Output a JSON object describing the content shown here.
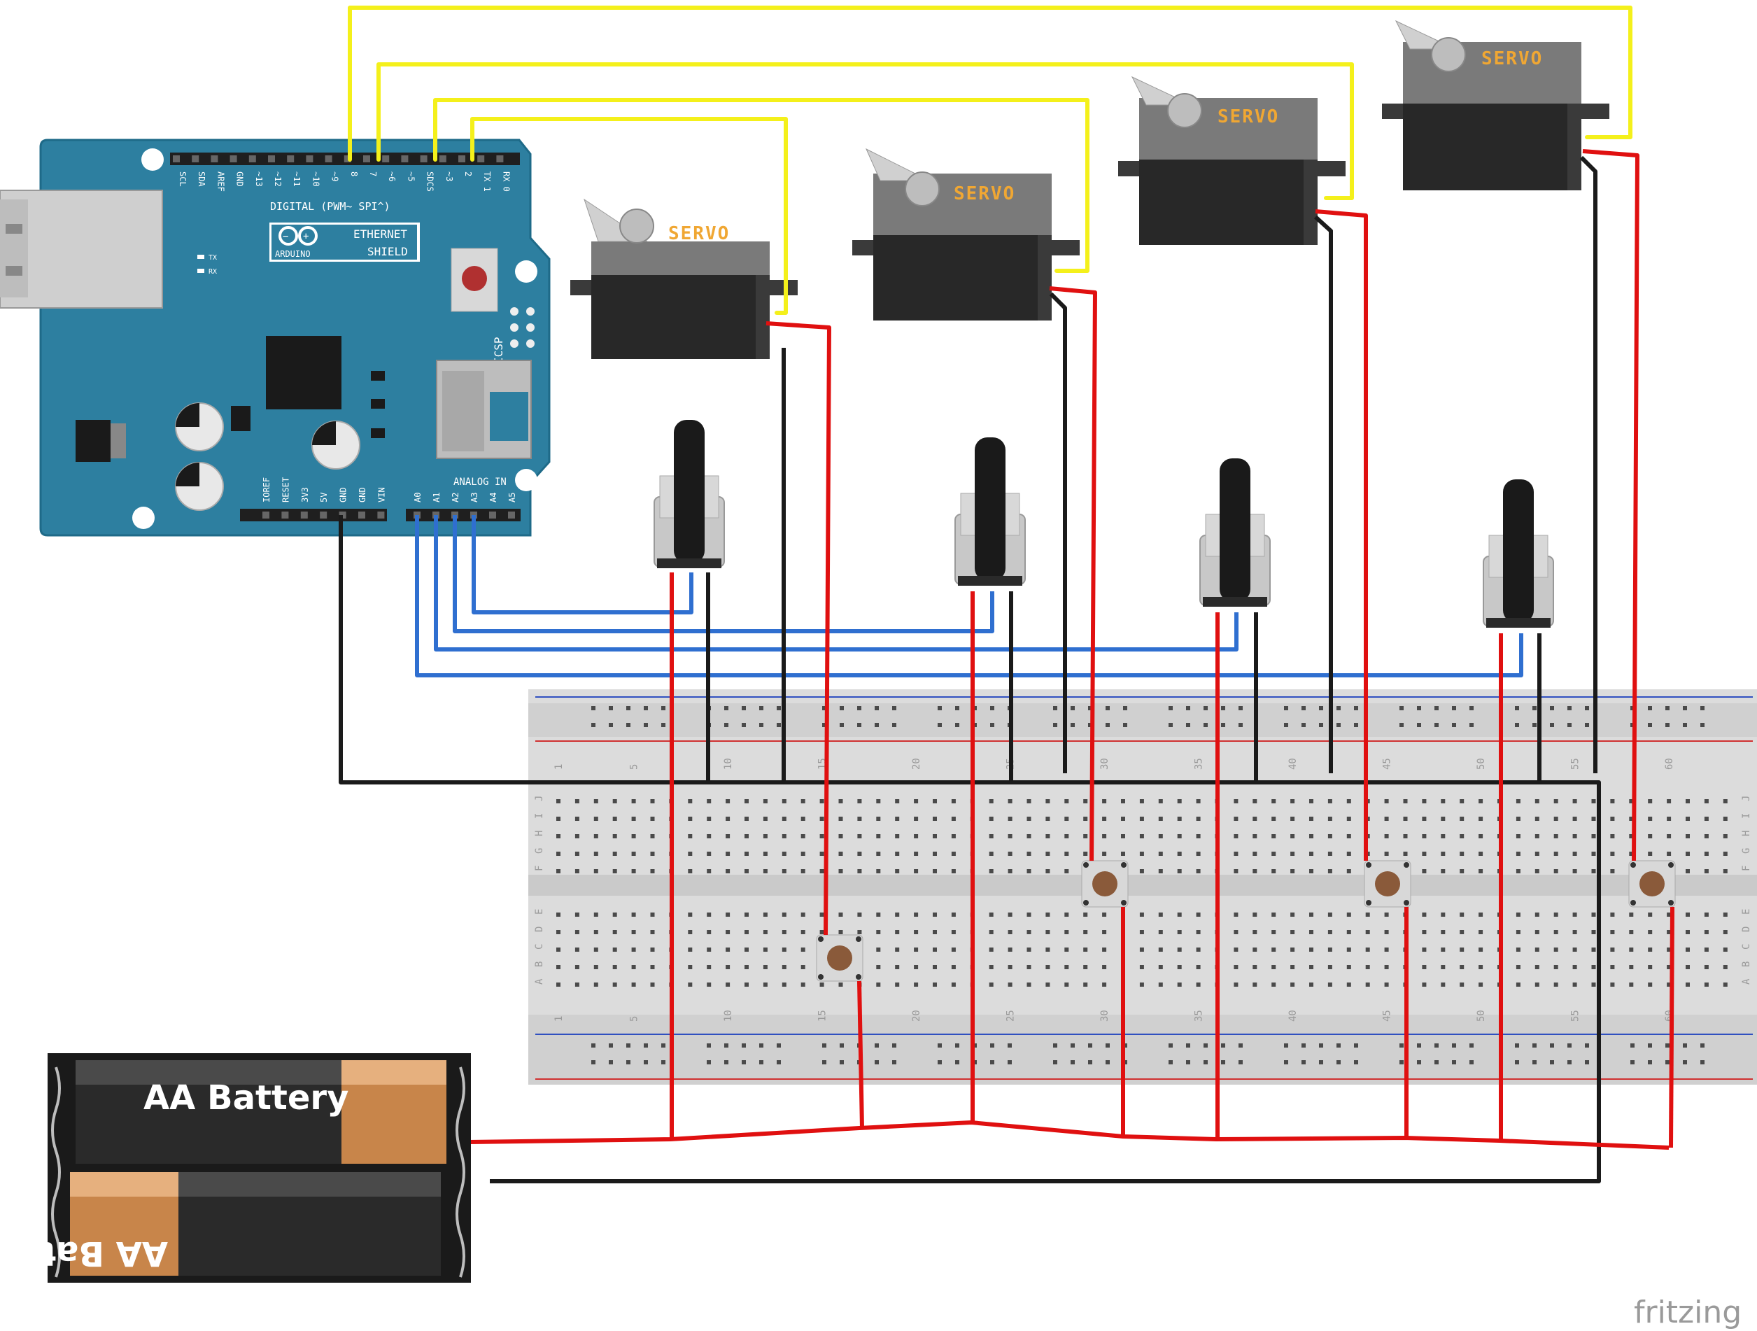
{
  "arduino": {
    "top_labels": [
      "SCL",
      "SDA",
      "AREF",
      "GND",
      "~13",
      "~12",
      "~11",
      "~10",
      "~9",
      "8",
      "7",
      "~6",
      "~5",
      "SDCS",
      "~3",
      "2",
      "TX 1",
      "RX 0"
    ],
    "digital_label": "DIGITAL (PWM~ SPI^)",
    "brand": "ARDUINO",
    "shield_line1": "ETHERNET",
    "shield_line2": "SHIELD",
    "icsp": "ICSP",
    "tx": "TX",
    "rx": "RX",
    "power_labels": [
      "IOREF",
      "RESET",
      "3V3",
      "5V",
      "GND",
      "GND",
      "VIN"
    ],
    "analog_title": "ANALOG IN",
    "analog_labels": [
      "A0",
      "A1",
      "A2",
      "A3",
      "A4",
      "A5"
    ]
  },
  "servos": [
    {
      "label": "SERVO"
    },
    {
      "label": "SERVO"
    },
    {
      "label": "SERVO"
    },
    {
      "label": "SERVO"
    }
  ],
  "breadboard": {
    "column_numbers": [
      "1",
      "5",
      "10",
      "15",
      "20",
      "25",
      "30",
      "35",
      "40",
      "45",
      "50",
      "55",
      "60"
    ],
    "row_letters_top": [
      "J",
      "I",
      "H",
      "G",
      "F"
    ],
    "row_letters_bottom": [
      "E",
      "D",
      "C",
      "B",
      "A"
    ]
  },
  "battery": {
    "cell1": "AA Battery",
    "cell2": "AA Battery"
  },
  "branding": "fritzing",
  "colors": {
    "board": "#2d7fa0",
    "signal_wire": "#f4f01b",
    "power_wire": "#e01010",
    "ground_wire": "#1a1a1a",
    "analog_wire": "#2f6fd0",
    "servo_body": "#282828",
    "servo_label": "#f0a733",
    "breadboard": "#dcdcdc"
  }
}
